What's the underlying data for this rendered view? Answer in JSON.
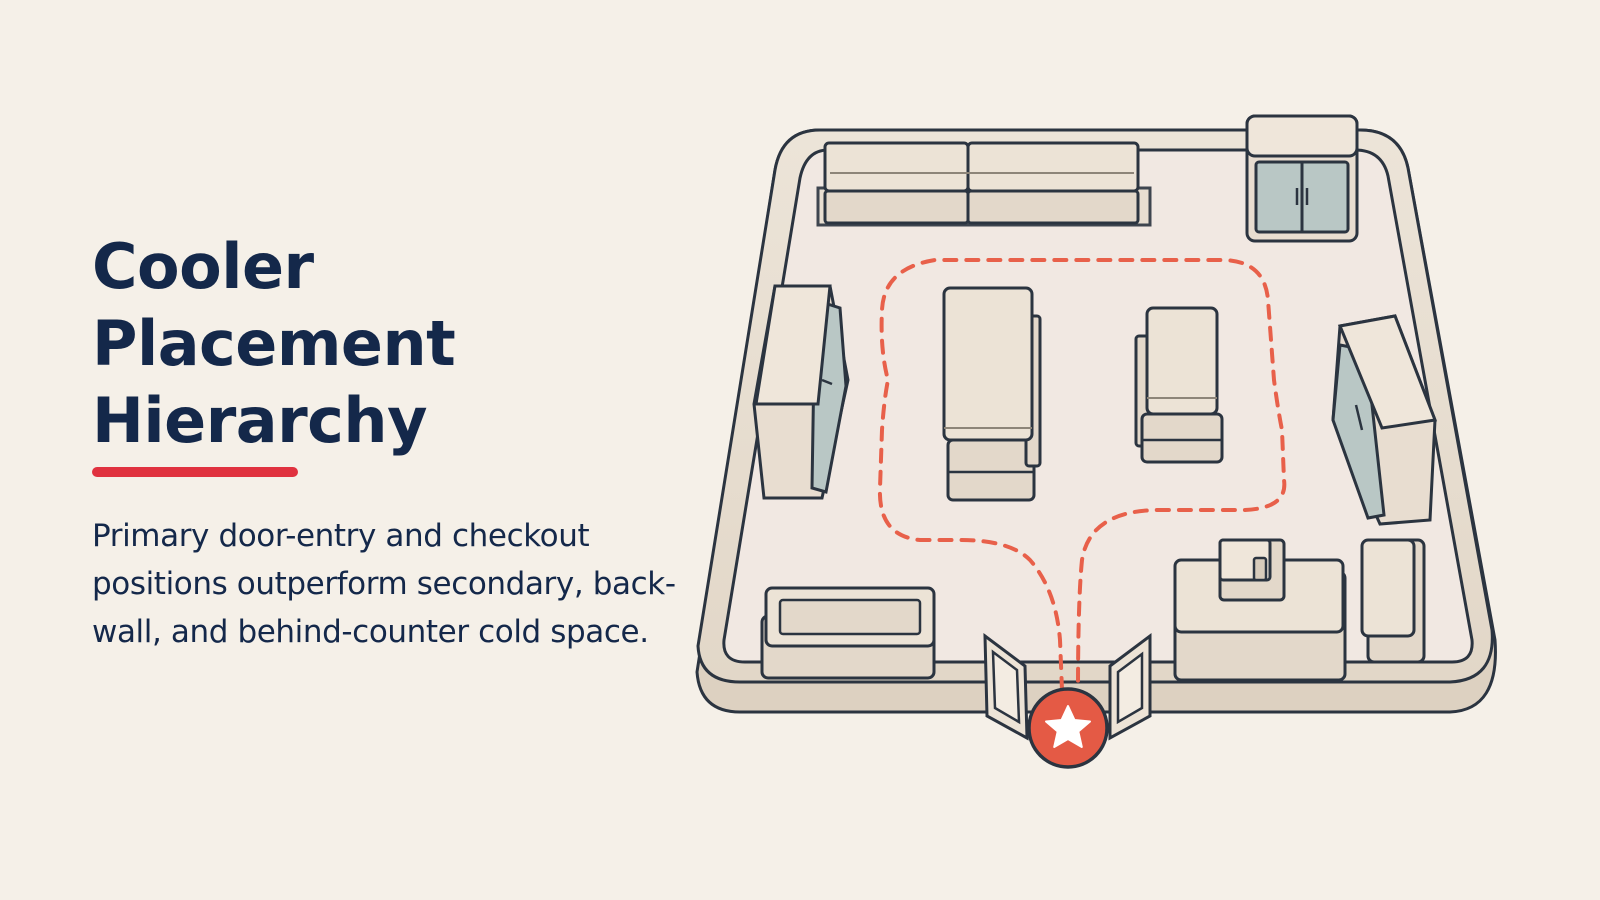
{
  "title": {
    "lines": [
      "Cooler",
      "Placement",
      "Hierarchy"
    ]
  },
  "subtitle": "Primary door-entry and checkout positions outperform secondary, back-wall, and behind-counter cold space.",
  "colors": {
    "background": "#f5f0e8",
    "title": "#14284a",
    "accent_red": "#e0323f",
    "path_dash": "#e8604a",
    "fixture_fill": "#e8ddd0",
    "outline": "#2b3440",
    "glass": "#b9c7c5"
  },
  "icons": {
    "entry_marker": "star-icon"
  }
}
